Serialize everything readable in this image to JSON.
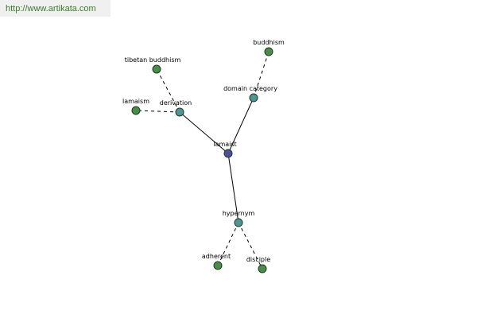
{
  "banner": {
    "url": "http://www.artikata.com"
  },
  "colors": {
    "center": "#4e4e9e",
    "relation": "#4e9595",
    "leaf": "#4a8c4a"
  },
  "graph": {
    "center": {
      "id": "lamaist",
      "label": "lamaist"
    },
    "relations": [
      {
        "id": "derivation",
        "label": "derivation",
        "leaves": [
          {
            "id": "tibetan-buddhism",
            "label": "tibetan buddhism"
          },
          {
            "id": "lamaism",
            "label": "lamaism"
          }
        ]
      },
      {
        "id": "domain-category",
        "label": "domain category",
        "leaves": [
          {
            "id": "buddhism",
            "label": "buddhism"
          }
        ]
      },
      {
        "id": "hypernym",
        "label": "hypernym",
        "leaves": [
          {
            "id": "adherent",
            "label": "adherent"
          },
          {
            "id": "disciple",
            "label": "disciple"
          }
        ]
      }
    ]
  }
}
